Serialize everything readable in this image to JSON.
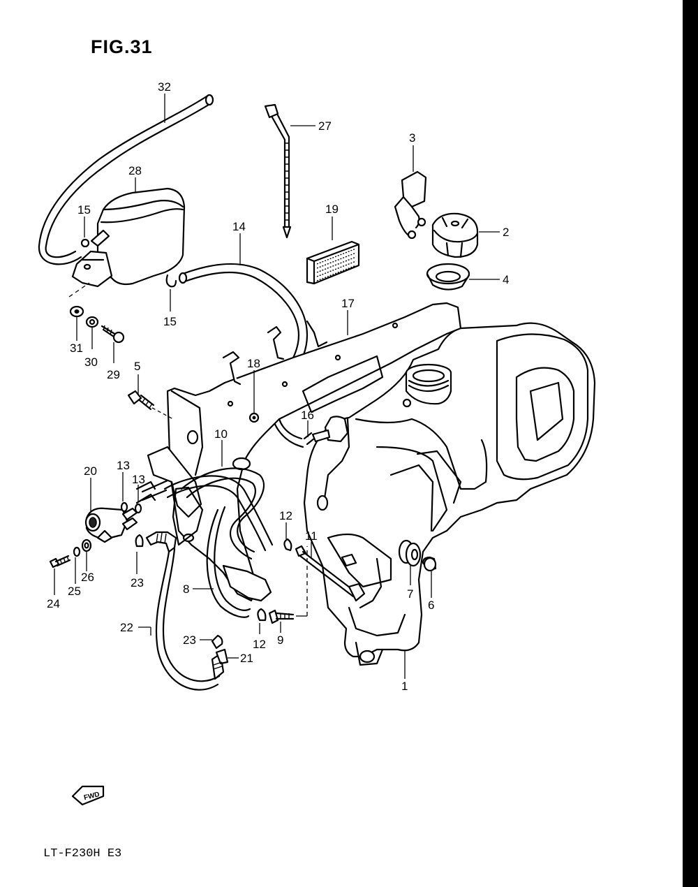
{
  "figure": {
    "title": "FIG.31",
    "model_code": "LT-F230H E3",
    "fwd_label": "FWD"
  },
  "callouts": [
    {
      "part": "fuel-tank",
      "label": "1"
    },
    {
      "part": "fuel-cap",
      "label": "2"
    },
    {
      "part": "cap-strap",
      "label": "3"
    },
    {
      "part": "cap-gasket",
      "label": "4"
    },
    {
      "part": "bracket-bolt",
      "label": "5"
    },
    {
      "part": "cushion",
      "label": "6"
    },
    {
      "part": "grommet",
      "label": "7"
    },
    {
      "part": "hose-8",
      "label": "8"
    },
    {
      "part": "bolt-9",
      "label": "9"
    },
    {
      "part": "hose-10",
      "label": "10"
    },
    {
      "part": "bolt-11",
      "label": "11"
    },
    {
      "part": "clamp-12a",
      "label": "12"
    },
    {
      "part": "clamp-12b",
      "label": "12"
    },
    {
      "part": "clamp-13a",
      "label": "13"
    },
    {
      "part": "clamp-13b",
      "label": "13"
    },
    {
      "part": "hose-14",
      "label": "14"
    },
    {
      "part": "clamp-15a",
      "label": "15"
    },
    {
      "part": "clamp-15b",
      "label": "15"
    },
    {
      "part": "clip-16",
      "label": "16"
    },
    {
      "part": "tank-plate",
      "label": "17"
    },
    {
      "part": "clip-18",
      "label": "18"
    },
    {
      "part": "cushion-pad",
      "label": "19"
    },
    {
      "part": "fuel-cock",
      "label": "20"
    },
    {
      "part": "filter-21",
      "label": "21"
    },
    {
      "part": "hose-22",
      "label": "22"
    },
    {
      "part": "clamp-23a",
      "label": "23"
    },
    {
      "part": "clamp-23b",
      "label": "23"
    },
    {
      "part": "screw-24",
      "label": "24"
    },
    {
      "part": "washer-25",
      "label": "25"
    },
    {
      "part": "washer-26",
      "label": "26"
    },
    {
      "part": "strap-27",
      "label": "27"
    },
    {
      "part": "canister",
      "label": "28"
    },
    {
      "part": "bolt-29",
      "label": "29"
    },
    {
      "part": "washer-30",
      "label": "30"
    },
    {
      "part": "washer-31",
      "label": "31"
    },
    {
      "part": "hose-32",
      "label": "32"
    }
  ]
}
